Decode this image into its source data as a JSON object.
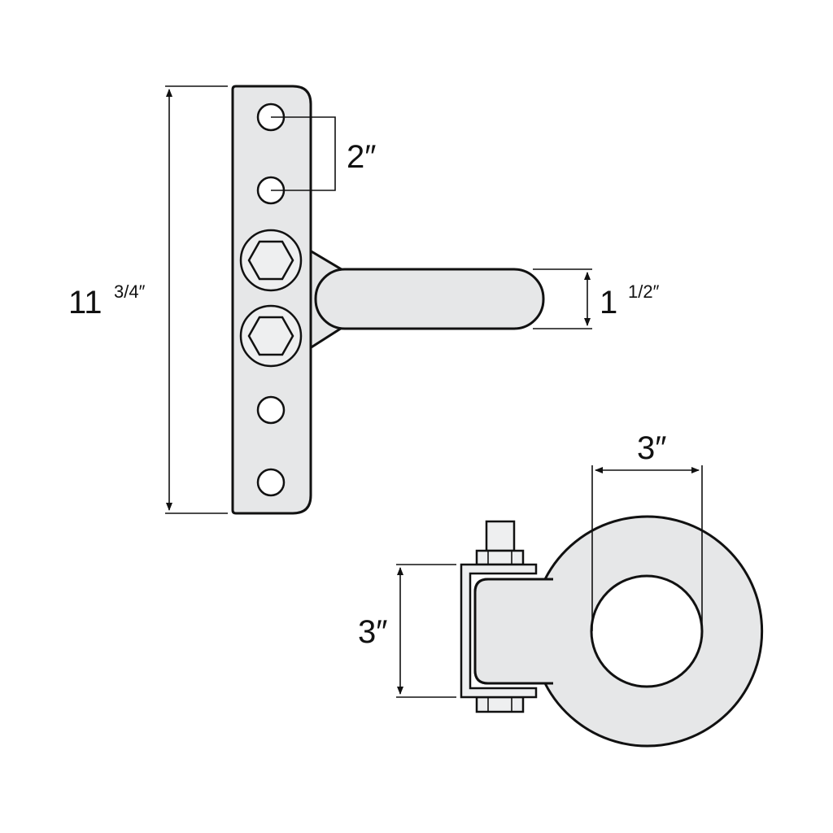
{
  "diagram": {
    "colors": {
      "part_fill": "#e6e7e8",
      "line": "#111111",
      "background": "#ffffff"
    },
    "dimensions": {
      "plate_length": {
        "whole": "11",
        "fraction": "3/4″"
      },
      "hole_spacing": {
        "label": "2″"
      },
      "shank_diameter": {
        "whole": "1",
        "fraction": "1/2″"
      },
      "ring_inner_diameter": {
        "label": "3″"
      },
      "bracket_height": {
        "label": "3″"
      }
    }
  }
}
